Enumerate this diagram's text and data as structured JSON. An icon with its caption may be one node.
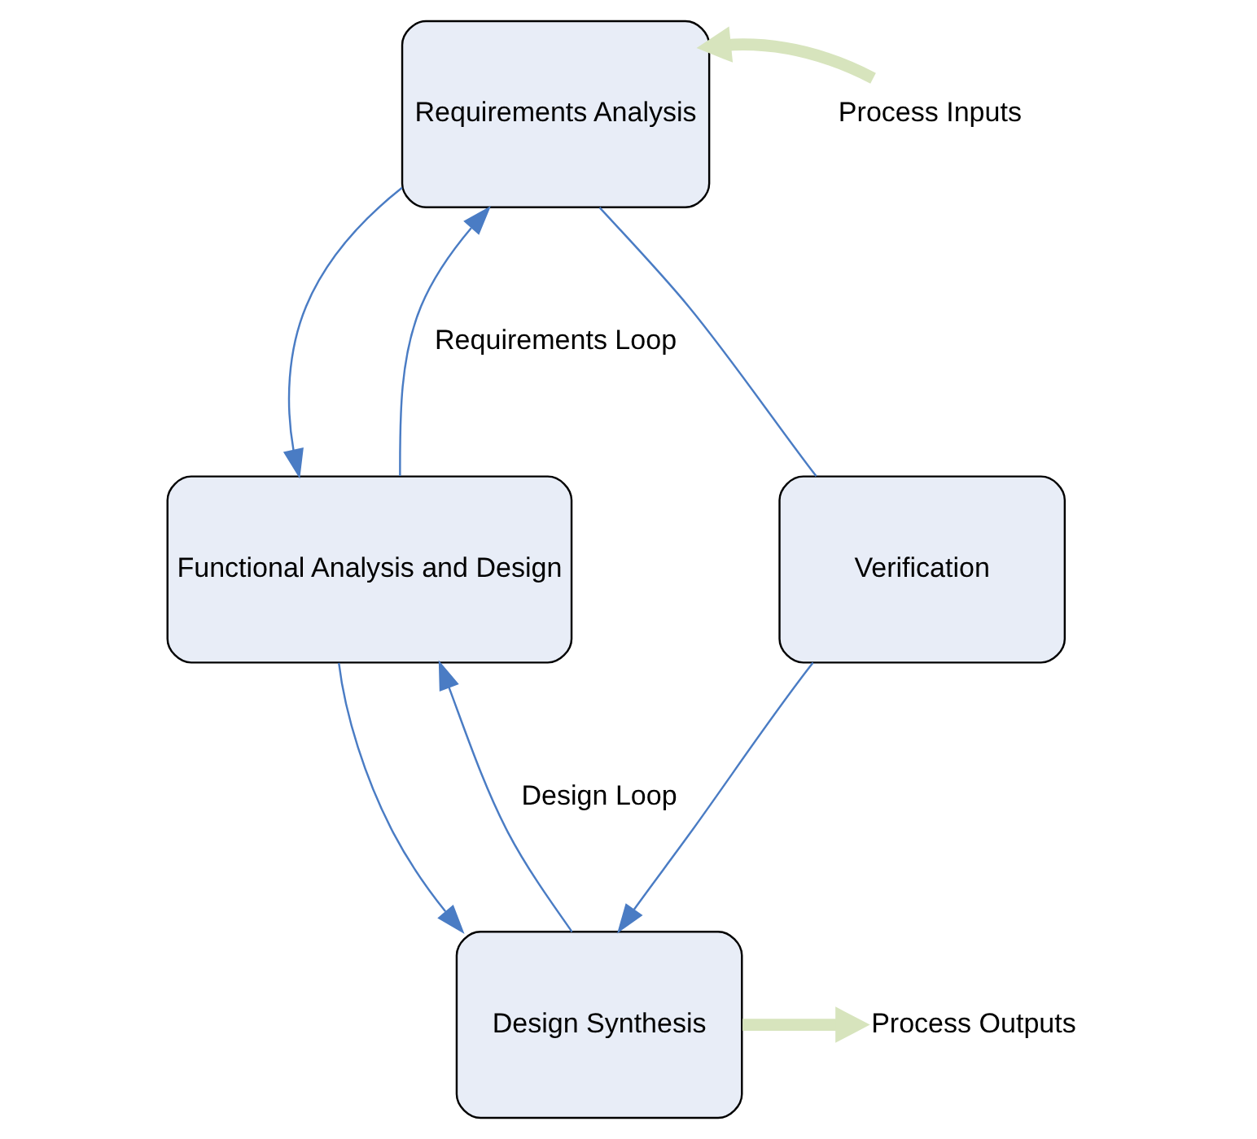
{
  "diagram": {
    "nodes": [
      {
        "text": [
          "Requirements Analysis"
        ]
      },
      {
        "text": [
          "Functional Analysis and Design"
        ]
      },
      {
        "text": [
          "Design Synthesis"
        ]
      },
      {
        "text": [
          "Verification"
        ]
      },
      {
        "text": [
          "Process Inputs"
        ]
      },
      {
        "text": [
          "Process Outputs"
        ]
      }
    ],
    "edges": [
      {
        "from": 1,
        "to": 0,
        "arrow": "to"
      },
      {
        "from": 0,
        "to": 1,
        "arrow": "to"
      },
      {
        "from": 2,
        "to": 1,
        "arrow": "to"
      },
      {
        "from": 1,
        "to": 2,
        "arrow": "to"
      },
      {
        "from": 0,
        "to": 3,
        "arrow": "none"
      },
      {
        "from": 3,
        "to": 2,
        "arrow": "to"
      },
      {
        "from": 4,
        "to": 0,
        "arrow": "to",
        "style": "thick",
        "color": "#d7e4bd"
      },
      {
        "from": 2,
        "to": 5,
        "arrow": "to",
        "style": "thick",
        "color": "#d7e4bd"
      }
    ],
    "labels": [
      "Requirements Loop",
      "Design Loop"
    ]
  }
}
